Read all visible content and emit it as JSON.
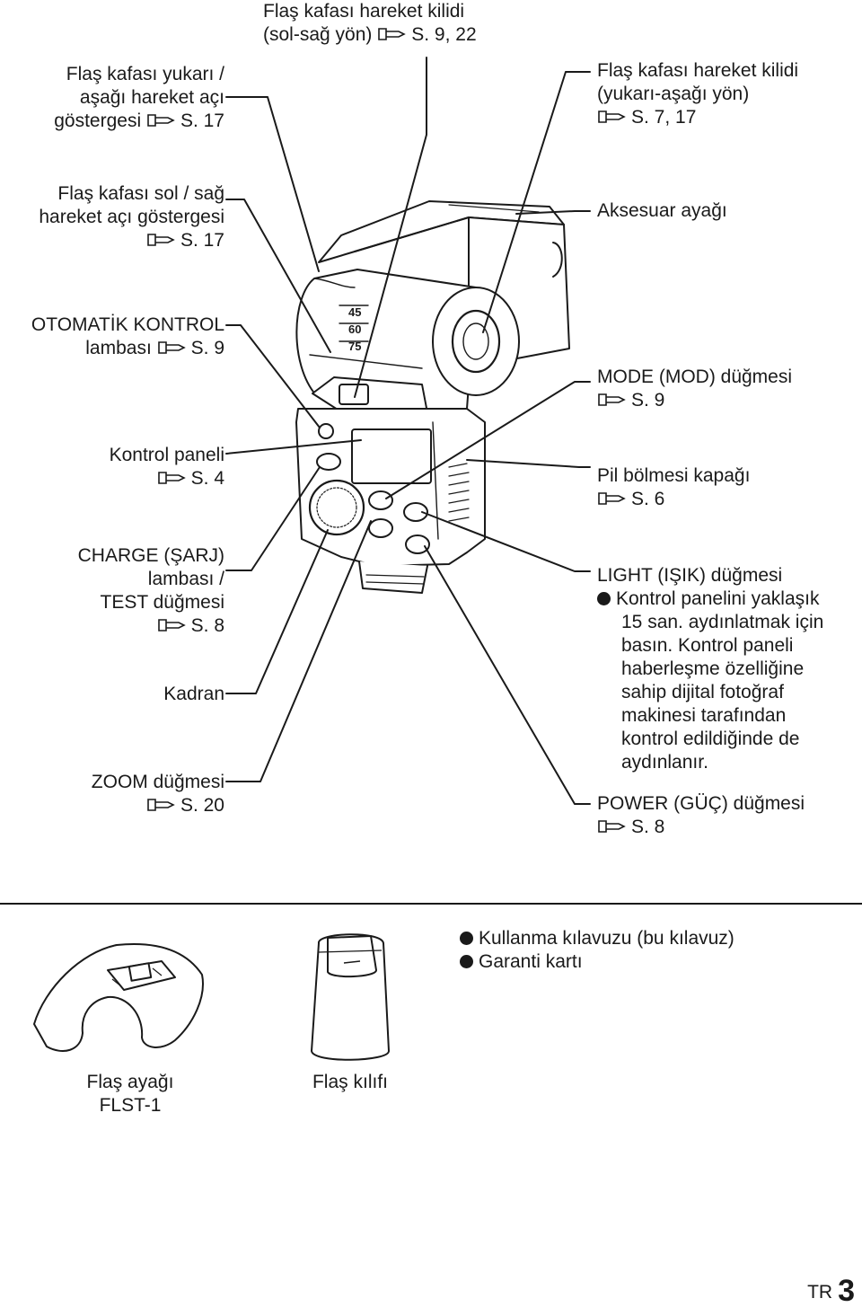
{
  "labels_left": [
    {
      "id": "head-updown-indicator",
      "lines": [
        "Flaş kafası yukarı /",
        "aşağı hareket açı",
        "göstergesi"
      ],
      "ref": "S. 17",
      "ref_inline": true
    },
    {
      "id": "head-lr-indicator",
      "lines": [
        "Flaş kafası sol / sağ",
        "hareket açı göstergesi"
      ],
      "ref": "S. 17",
      "ref_inline": false
    },
    {
      "id": "auto-check-lamp",
      "lines": [
        "OTOMATİK KONTROL"
      ],
      "tail": "lambası",
      "ref": "S. 9",
      "ref_inline": true
    },
    {
      "id": "control-panel",
      "lines": [
        "Kontrol paneli"
      ],
      "ref": "S. 4",
      "ref_inline": false
    },
    {
      "id": "charge-lamp",
      "lines": [
        "CHARGE (ŞARJ)",
        "lambası /",
        "TEST düğmesi"
      ],
      "ref": "S. 8",
      "ref_inline": false
    },
    {
      "id": "dial",
      "lines": [
        "Kadran"
      ],
      "ref": "",
      "ref_inline": false
    },
    {
      "id": "zoom-button",
      "lines": [
        "ZOOM düğmesi"
      ],
      "ref": "S. 20",
      "ref_inline": false
    }
  ],
  "labels_top": {
    "id": "head-lock-lr",
    "lines": [
      "Flaş kafası hareket kilidi"
    ],
    "tail": "(sol-sağ yön)",
    "ref": "S. 9, 22"
  },
  "labels_right": [
    {
      "id": "head-lock-ud",
      "lines": [
        "Flaş kafası hareket kilidi",
        "(yukarı-aşağı yön)"
      ],
      "ref": "S. 7, 17"
    },
    {
      "id": "accessory-shoe",
      "lines": [
        "Aksesuar ayağı"
      ],
      "ref": ""
    },
    {
      "id": "mode-button",
      "lines": [
        "MODE (MOD) düğmesi"
      ],
      "ref": "S. 9"
    },
    {
      "id": "battery-cover",
      "lines": [
        "Pil bölmesi kapağı"
      ],
      "ref": "S. 6"
    },
    {
      "id": "light-button",
      "lines": [
        "LIGHT (IŞIK) düğmesi"
      ],
      "bullet": "Kontrol panelini yaklaşık",
      "bullet_cont": [
        "15 san. aydınlatmak için",
        "basın. Kontrol paneli",
        "haberleşme özelliğine",
        "sahip dijital fotoğraf",
        "makinesi tarafından",
        "kontrol edildiğinde de",
        "aydınlanır."
      ],
      "ref": ""
    },
    {
      "id": "power-button",
      "lines": [
        "POWER (GÜÇ) düğmesi"
      ],
      "ref": "S. 8"
    }
  ],
  "zoom_scale": [
    "45",
    "60",
    "75"
  ],
  "accessories": {
    "stand_label": [
      "Flaş ayağı",
      "FLST-1"
    ],
    "case_label": [
      "Flaş kılıfı"
    ],
    "items": [
      "Kullanma kılavuzu (bu kılavuz)",
      "Garanti kartı"
    ]
  },
  "footer": {
    "lang": "TR",
    "page": "3"
  }
}
